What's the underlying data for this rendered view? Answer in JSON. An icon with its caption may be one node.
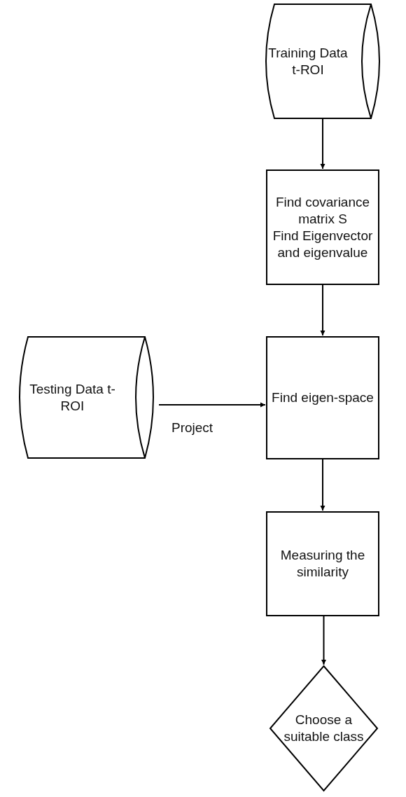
{
  "diagram": {
    "nodes": [
      {
        "text": [
          "Training Data t-ROI"
        ]
      },
      {
        "text": [
          "Find covariance matrix S",
          "Find Eigenvector and eigenvalue"
        ]
      },
      {
        "text": [
          "Testing Data t-ROI"
        ]
      },
      {
        "text": [
          "Find eigen-space"
        ]
      },
      {
        "text": [
          "Measuring the similarity"
        ]
      },
      {
        "text": [
          "Choose a suitable class"
        ]
      }
    ],
    "edges": [
      {
        "from": 0,
        "to": 1,
        "arrow": "to"
      },
      {
        "from": 1,
        "to": 3,
        "arrow": "to"
      },
      {
        "from": 2,
        "to": 3,
        "arrow": "to",
        "label": "Project"
      },
      {
        "from": 3,
        "to": 4,
        "arrow": "to"
      },
      {
        "from": 4,
        "to": 5,
        "arrow": "to"
      }
    ]
  }
}
